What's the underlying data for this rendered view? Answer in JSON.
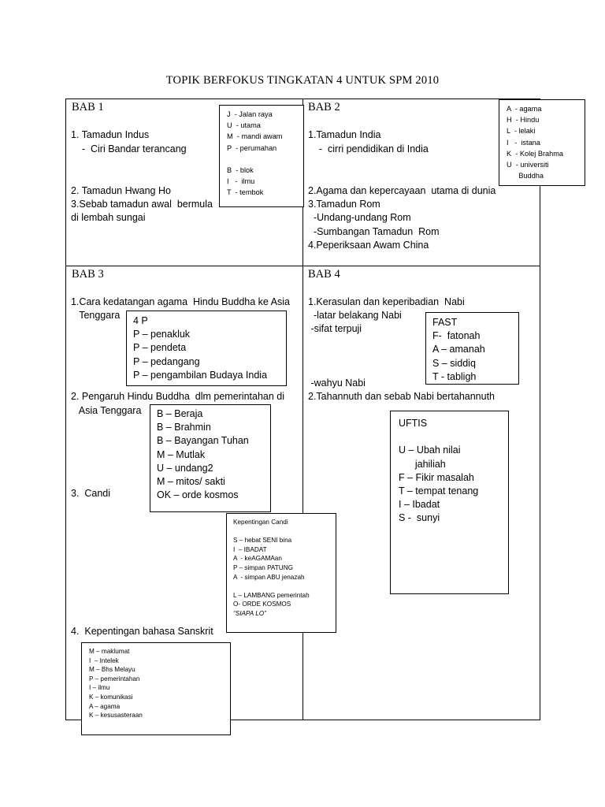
{
  "title": "TOPIK BERFOKUS TINGKATAN 4  UNTUK  SPM 2010",
  "bab1": {
    "heading": "BAB 1",
    "lines": [
      "1. Tamadun Indus",
      "    -  Ciri Bandar terancang",
      "2. Tamadun Hwang Ho",
      "3.Sebab tamadun awal  bermula",
      "di lembah sungai"
    ],
    "box": [
      "J  - Jalan raya",
      "U  - utama",
      "M  - mandi awam",
      "P  - perumahan",
      "",
      "B  - blok",
      "I   -  ilmu",
      "T  - tembok"
    ]
  },
  "bab2": {
    "heading": "BAB 2",
    "lines": [
      "1.Tamadun India",
      "    -  cirri pendidikan di India",
      "2.Agama dan kepercayaan  utama di dunia",
      "3.Tamadun Rom",
      "  -Undang-undang Rom",
      "  -Sumbangan Tamadun  Rom",
      "4.Peperiksaan Awam China"
    ],
    "box": [
      "A  - agama",
      "H  - Hindu",
      "L  - lelaki",
      "I   -  istana",
      "K  - Kolej Brahma",
      "U  - universiti",
      "      Buddha"
    ]
  },
  "bab3": {
    "heading": "BAB 3",
    "lines": [
      "1.Cara kedatangan agama  Hindu Buddha ke Asia",
      "   Tenggara",
      "2. Pengaruh Hindu Buddha  dlm pemerintahan di",
      "   Asia Tenggara",
      "3.  Candi",
      "4.  Kepentingan bahasa Sanskrit"
    ],
    "box_4p": [
      "4 P",
      "P – penakluk",
      "P – pendeta",
      "P – pedangang",
      "P – pengambilan Budaya India"
    ],
    "box_bbb": [
      "B – Beraja",
      "B – Brahmin",
      "B – Bayangan Tuhan",
      "M – Mutlak",
      "U – undang2",
      "M – mitos/ sakti",
      "OK – orde kosmos"
    ],
    "box_candi": [
      "Kepentingan Candi",
      "",
      "S – hebat SENI bina",
      "I  – IBADAT",
      "A  - keAGAMAan",
      "P – simpan PATUNG",
      "A  - simpan ABU jenazah",
      "",
      "L – LAMBANG pemerintah",
      "O- ORDE KOSMOS",
      "“SIAPA LO”"
    ],
    "box_sanskrit": [
      "M – maklumat",
      "I  – Intelek",
      "M – Bhs Melayu",
      "P – pemerintahan",
      "I – ilmu",
      "K – komunikasi",
      "A – agama",
      "K – kesusasteraan"
    ]
  },
  "bab4": {
    "heading": "BAB 4",
    "lines": [
      "1.Kerasulan dan keperibadian  Nabi",
      "  -latar belakang Nabi",
      " -sifat terpuji",
      " -wahyu Nabi",
      "2.Tahannuth dan sebab Nabi bertahannuth"
    ],
    "box_fast": [
      "FAST",
      "F-  fatonah",
      "A – amanah",
      "S – siddiq",
      "T - tabligh"
    ],
    "box_uftis": [
      "UFTIS",
      "",
      "U – Ubah nilai",
      "      jahiliah",
      "F – Fikir masalah",
      "T – tempat tenang",
      "I – Ibadat",
      "S -  sunyi"
    ]
  }
}
